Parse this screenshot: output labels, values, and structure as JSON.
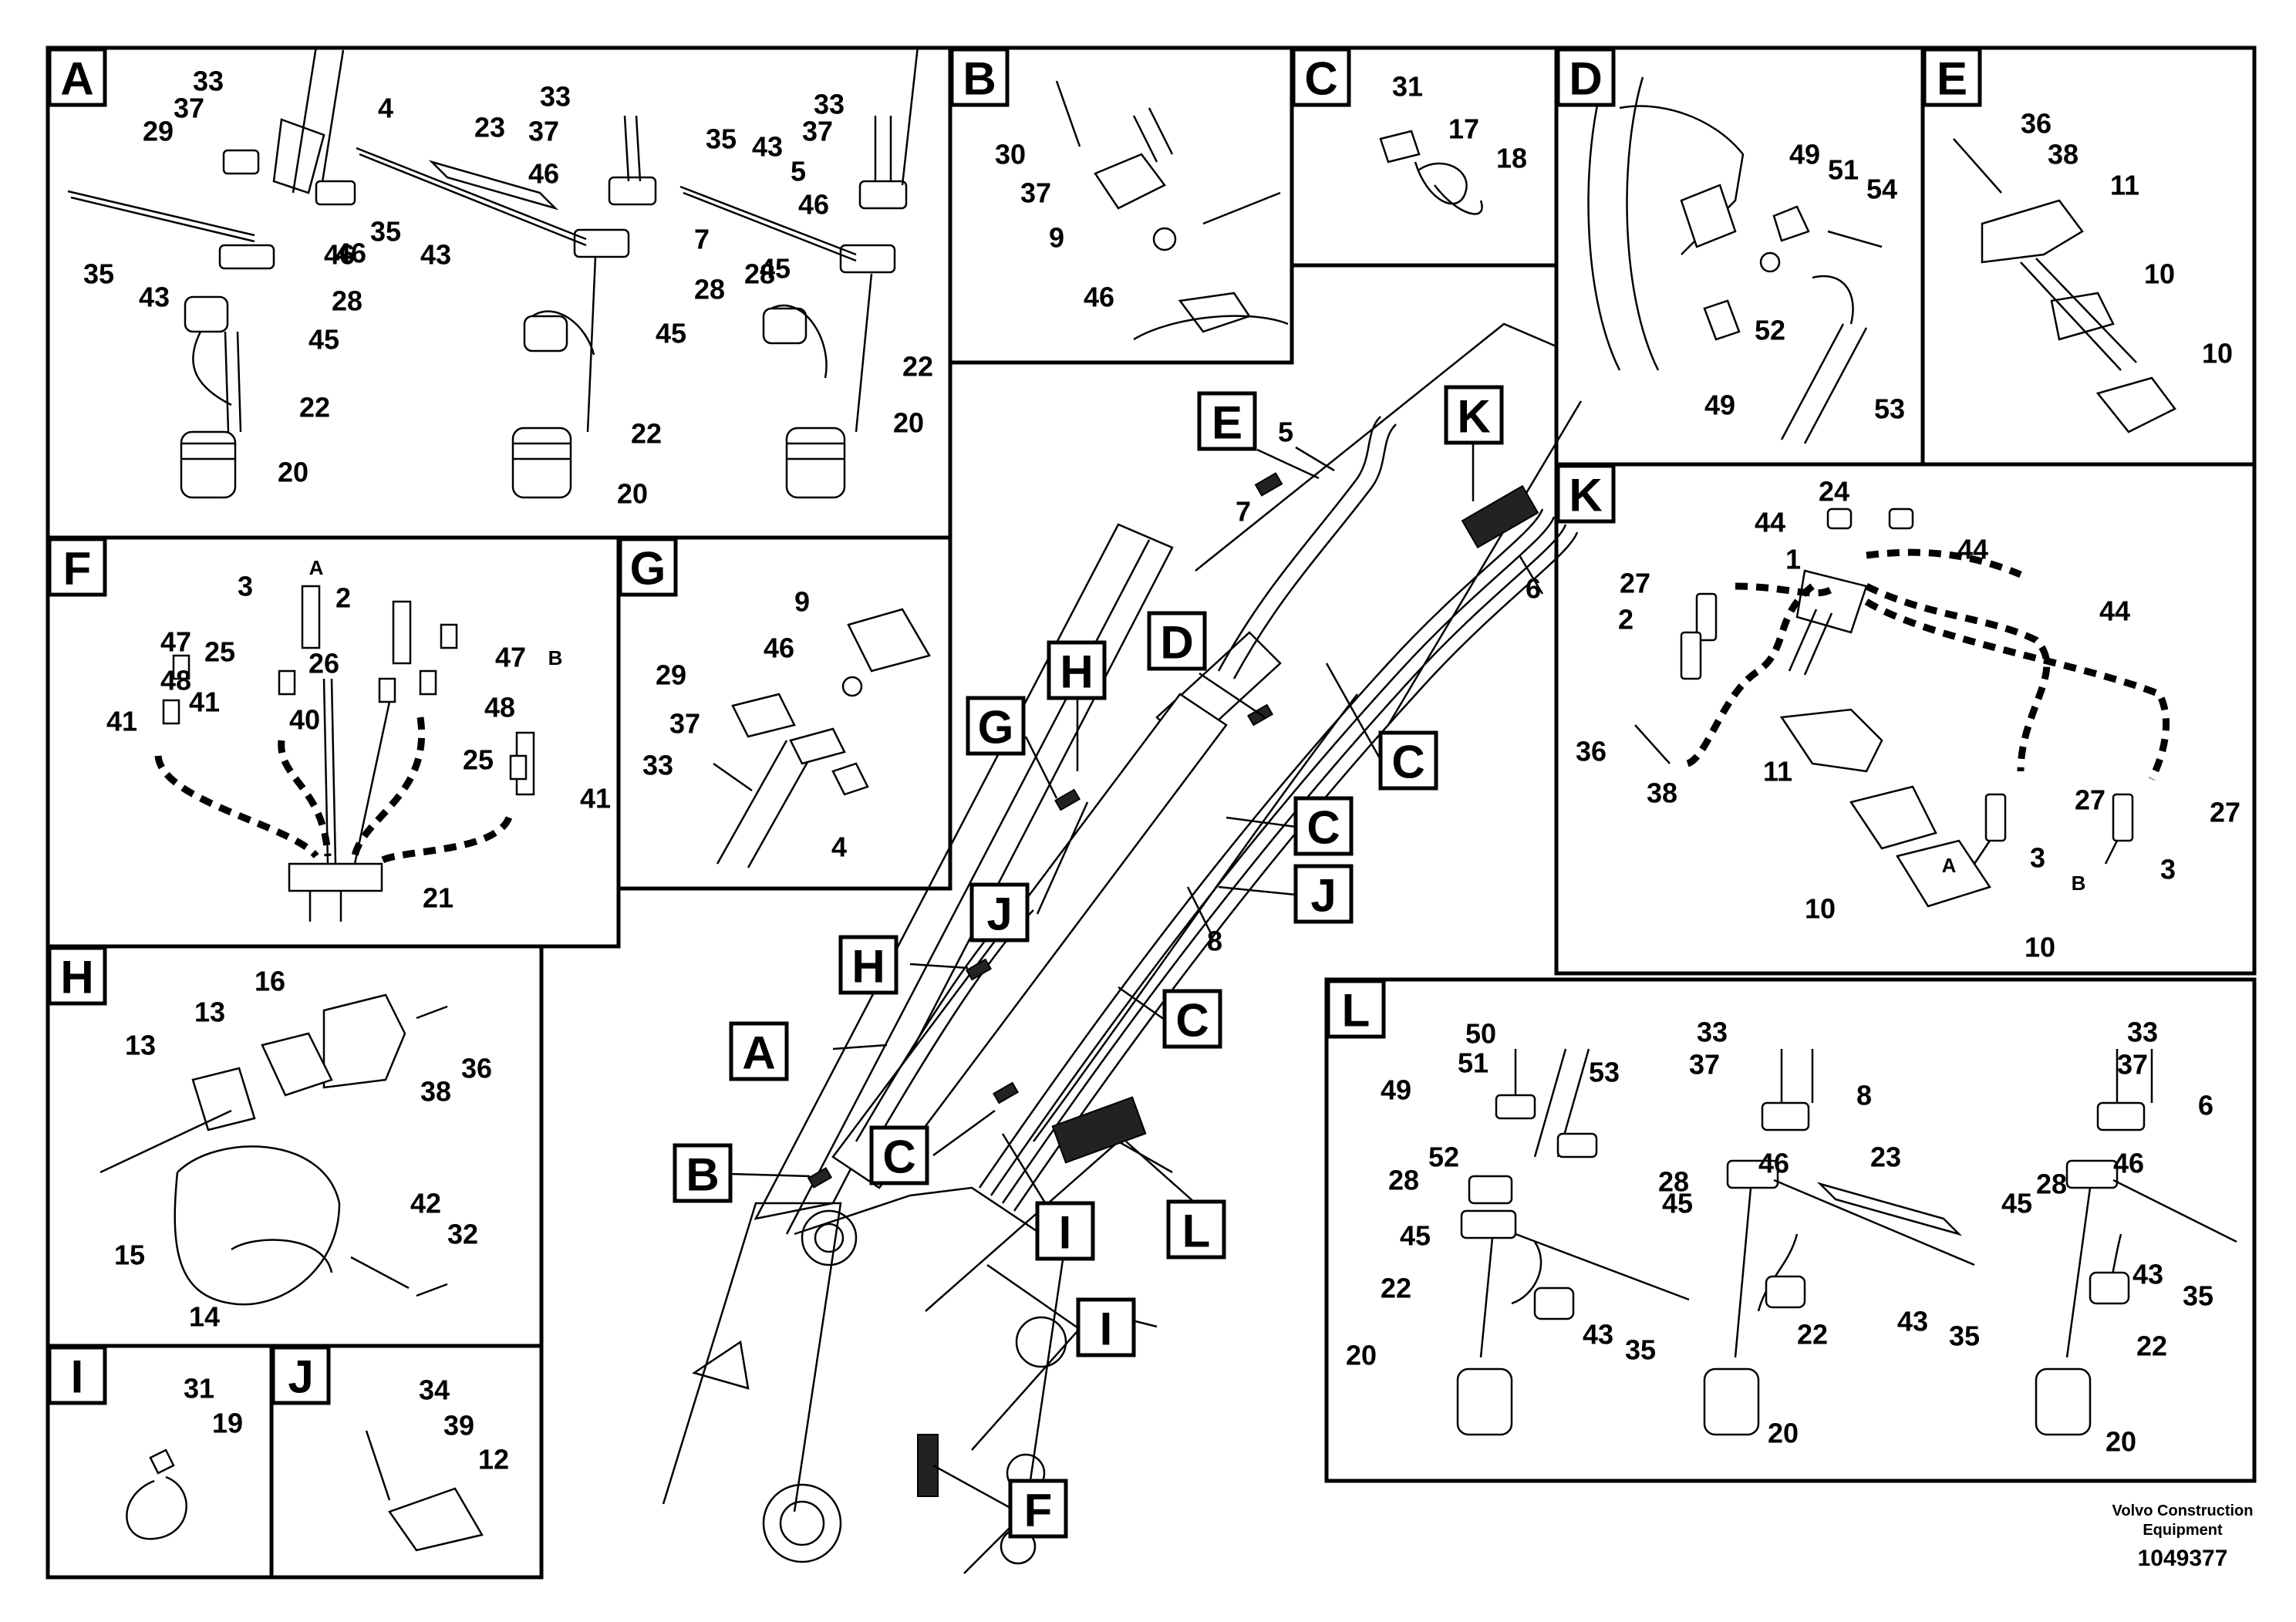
{
  "panels": [
    {
      "tag": "A",
      "labels": [
        "33",
        "37",
        "4",
        "29",
        "33",
        "37",
        "23",
        "33",
        "37",
        "5",
        "35",
        "43",
        "46",
        "7",
        "35",
        "43",
        "46",
        "35",
        "43",
        "46",
        "28",
        "46",
        "28",
        "28",
        "45",
        "45",
        "45",
        "22",
        "22",
        "22",
        "20",
        "20",
        "20"
      ]
    },
    {
      "tag": "B",
      "labels": [
        "30",
        "37",
        "9",
        "46"
      ]
    },
    {
      "tag": "C",
      "labels": [
        "31",
        "17",
        "18"
      ]
    },
    {
      "tag": "D",
      "labels": [
        "49",
        "51",
        "54",
        "52",
        "49",
        "53"
      ]
    },
    {
      "tag": "E",
      "labels": [
        "36",
        "38",
        "11",
        "10",
        "10"
      ]
    },
    {
      "tag": "F",
      "labels": [
        "3",
        "2",
        "47",
        "47",
        "25",
        "26",
        "48",
        "48",
        "41",
        "40",
        "41",
        "25",
        "41",
        "21"
      ],
      "sub_labels": [
        "A",
        "B"
      ]
    },
    {
      "tag": "G",
      "labels": [
        "9",
        "46",
        "29",
        "37",
        "33",
        "4"
      ]
    },
    {
      "tag": "H",
      "labels": [
        "16",
        "13",
        "13",
        "38",
        "36",
        "42",
        "32",
        "15",
        "14"
      ]
    },
    {
      "tag": "I",
      "labels": [
        "31",
        "19"
      ]
    },
    {
      "tag": "J",
      "labels": [
        "34",
        "39",
        "12"
      ]
    },
    {
      "tag": "K",
      "labels": [
        "24",
        "44",
        "1",
        "44",
        "27",
        "44",
        "2",
        "36",
        "38",
        "11",
        "27",
        "3",
        "27",
        "3",
        "10",
        "10"
      ],
      "sub_labels": [
        "A",
        "B"
      ]
    },
    {
      "tag": "L",
      "labels": [
        "50",
        "51",
        "49",
        "53",
        "33",
        "37",
        "8",
        "33",
        "37",
        "6",
        "52",
        "28",
        "46",
        "23",
        "28",
        "46",
        "28",
        "45",
        "45",
        "45",
        "22",
        "43",
        "35",
        "22",
        "43",
        "35",
        "43",
        "35",
        "22",
        "20",
        "20",
        "20"
      ]
    }
  ],
  "main_view": {
    "labels": [
      "5",
      "7",
      "6",
      "8"
    ],
    "callouts": [
      "E",
      "K",
      "D",
      "H",
      "G",
      "C",
      "C",
      "J",
      "J",
      "H",
      "C",
      "A",
      "B",
      "C",
      "I",
      "I",
      "L",
      "F"
    ]
  },
  "footer": {
    "company_line1": "Volvo Construction",
    "company_line2": "Equipment",
    "drawing_number": "1049377"
  }
}
